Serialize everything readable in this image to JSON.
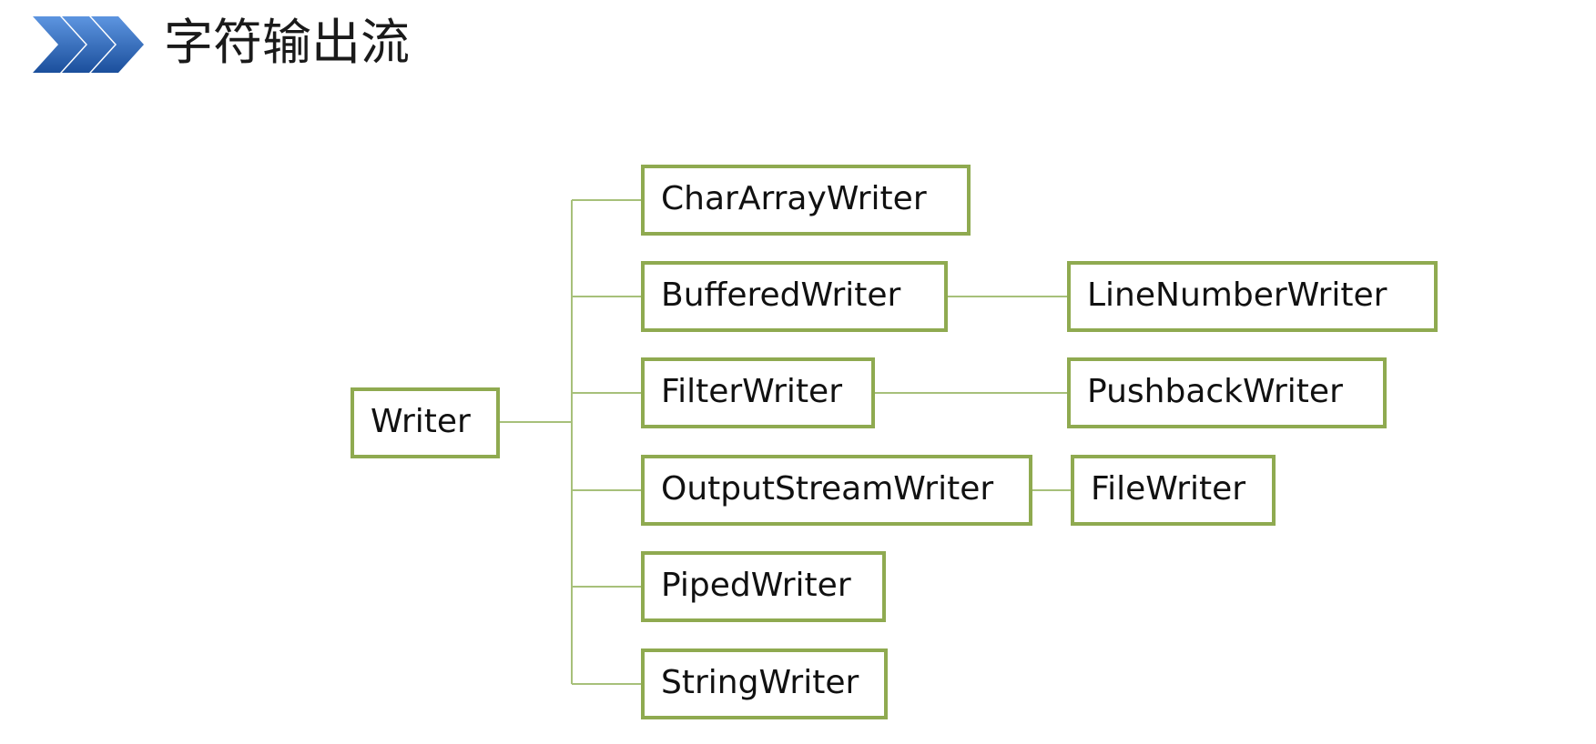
{
  "title": "字符输出流",
  "icon": "triple-chevron-right-icon",
  "colors": {
    "node_border": "#8faa50",
    "connector": "#a7c07a",
    "chevron_light": "#4f86d6",
    "chevron_dark": "#1c4f9a"
  },
  "root": {
    "label": "Writer"
  },
  "children": [
    {
      "label": "CharArrayWriter"
    },
    {
      "label": "BufferedWriter",
      "child": {
        "label": "LineNumberWriter"
      }
    },
    {
      "label": "FilterWriter",
      "child": {
        "label": "PushbackWriter"
      }
    },
    {
      "label": "OutputStreamWriter",
      "child": {
        "label": "FileWriter"
      }
    },
    {
      "label": "PipedWriter"
    },
    {
      "label": "StringWriter"
    }
  ]
}
